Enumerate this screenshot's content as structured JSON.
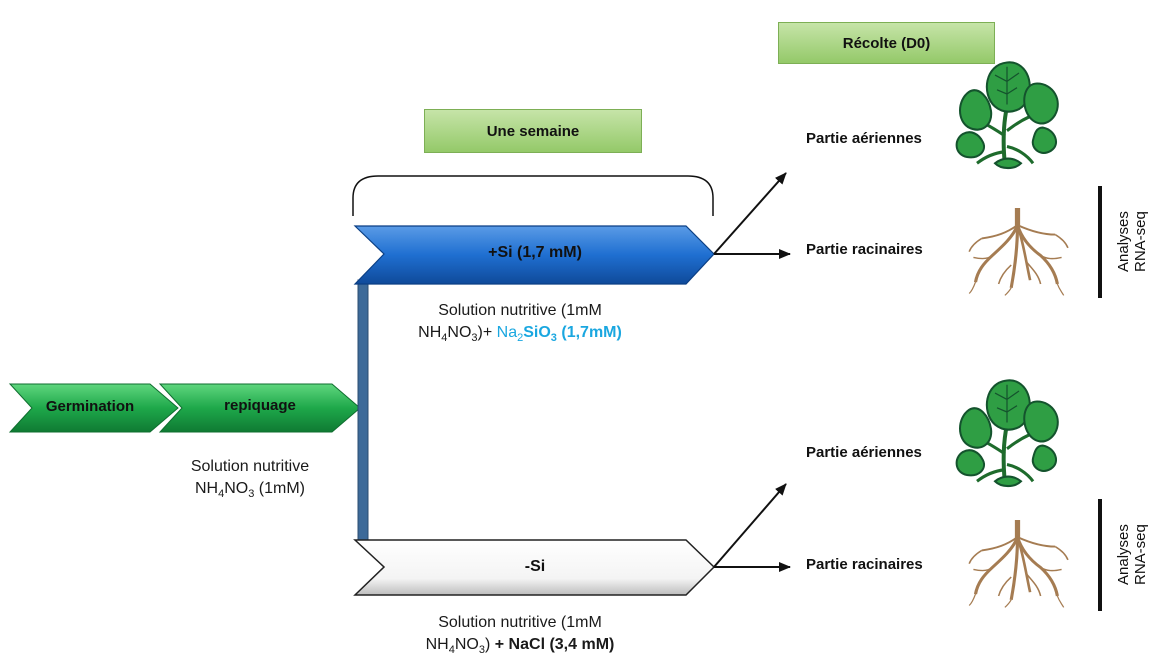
{
  "title_harvest": "Récolte (D0)",
  "duration_label": "Une semaine",
  "germination_label": "Germination",
  "transplant_label": "repiquage",
  "initial_solution": {
    "line1": "Solution nutritive",
    "line2_prefix": "NH",
    "line2_sub4": "4",
    "line2_mid": "NO",
    "line2_sub3": "3",
    "line2_suffix": " (1mM)"
  },
  "plus_si": {
    "arrow_label": "+Si (1,7 mM)",
    "sol_line1": "Solution nutritive (1mM",
    "sol_nh": "NH",
    "sol_sub4": "4",
    "sol_no": "NO",
    "sol_sub3": "3",
    "sol_close": ")+ ",
    "sol_na": "Na",
    "sol_sub2": "2",
    "sol_sio": "SiO",
    "sol_sub3b": "3",
    "sol_conc": " (1,7mM)"
  },
  "minus_si": {
    "arrow_label": "-Si",
    "sol_line1": "Solution nutritive (1mM",
    "sol_nh": "NH",
    "sol_sub4": "4",
    "sol_no": "NO",
    "sol_sub3": "3",
    "sol_close": ") ",
    "sol_nacl": "+ NaCl (3,4 mM)"
  },
  "outputs": {
    "aerial": "Partie aériennes",
    "root": "Partie racinaires"
  },
  "analysis": {
    "line1": "Analyses",
    "line2": "RNA-seq"
  },
  "colors": {
    "green_arrow": "#1ea84a",
    "blue_arrow": "#1f6fd1",
    "white_arrow": "#ffffff",
    "stem": "#3d6a99",
    "cyan_text": "#1aa7e0",
    "leaf": "#2f9e44",
    "root": "#a57c52"
  }
}
